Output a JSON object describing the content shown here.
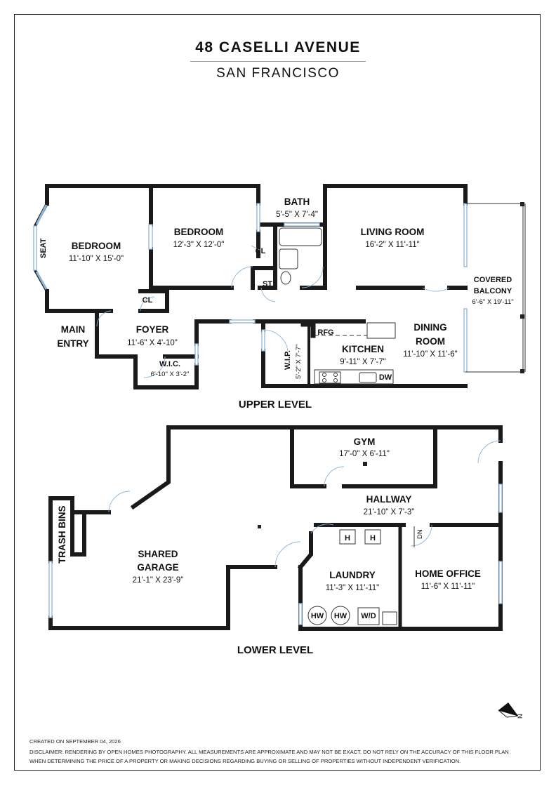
{
  "header": {
    "title": "48 CASELLI AVENUE",
    "subtitle": "SAN FRANCISCO"
  },
  "levels": {
    "upper": "UPPER LEVEL",
    "lower": "LOWER LEVEL"
  },
  "rooms": {
    "bedroom1": {
      "name": "BEDROOM",
      "dim": "11'-10\" X 15'-0\""
    },
    "bedroom2": {
      "name": "BEDROOM",
      "dim": "12'-3\" X 12'-0\""
    },
    "bath": {
      "name": "BATH",
      "dim": "5'-5\" X 7'-4\""
    },
    "living": {
      "name": "LIVING ROOM",
      "dim": "16'-2\" X 11'-11\""
    },
    "balcony": {
      "name1": "COVERED",
      "name2": "BALCONY",
      "dim": "6'-6\" X 19'-11\""
    },
    "foyer": {
      "name": "FOYER",
      "dim": "11'-6\" X 4'-10\""
    },
    "main_entry": {
      "line1": "MAIN",
      "line2": "ENTRY"
    },
    "wic": {
      "name": "W.I.C.",
      "dim": "6'-10\" X 3'-2\""
    },
    "wip": {
      "name": "W.I.P.",
      "dim": "5'-2\" X 7'-7\""
    },
    "kitchen": {
      "name": "KITCHEN",
      "dim": "9'-11\" X 7'-7\""
    },
    "dining": {
      "name1": "DINING",
      "name2": "ROOM",
      "dim": "11'-10\" X 11'-6\""
    },
    "gym": {
      "name": "GYM",
      "dim": "17'-0\" X 6'-11\""
    },
    "hallway": {
      "name": "HALLWAY",
      "dim": "21'-10\" X 7'-3\""
    },
    "garage": {
      "name1": "SHARED",
      "name2": "GARAGE",
      "dim": "21'-1\" X 23'-9\""
    },
    "laundry": {
      "name": "LAUNDRY",
      "dim": "11'-3\" X 11'-11\""
    },
    "office": {
      "name": "HOME OFFICE",
      "dim": "11'-6\" X 11'-11\""
    }
  },
  "labels": {
    "seat": "SEAT",
    "cl": "CL",
    "st": "ST",
    "rfg": "RFG",
    "dw": "DW",
    "trash_bins": "TRASH BINS",
    "h": "H",
    "hw": "HW",
    "wd": "W/D",
    "dn": "DN",
    "compass": "N"
  },
  "footer": {
    "created": "CREATED ON SEPTEMBER 04, 2026",
    "disclaimer1": "DISCLAIMER: RENDERING BY OPEN HOMES PHOTOGRAPHY. ALL MEASUREMENTS ARE APPROXIMATE AND MAY NOT BE EXACT. DO NOT RELY ON THE ACCURACY OF THIS FLOOR PLAN",
    "disclaimer2": "WHEN DETERMINING THE PRICE OF A PROPERTY OR MAKING DECISIONS REGARDING BUYING OR SELLING OF PROPERTIES WITHOUT INDEPENDENT VERIFICATION."
  }
}
